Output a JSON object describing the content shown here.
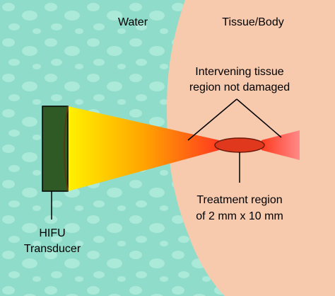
{
  "labels": {
    "water": "Water",
    "tissue": "Tissue/Body",
    "intervening_line1": "Intervening tissue",
    "intervening_line2": "region not damaged",
    "treatment_line1": "Treatment region",
    "treatment_line2": "of 2 mm x 10 mm",
    "transducer_line1": "HIFU",
    "transducer_line2": "Transducer"
  },
  "colors": {
    "water": "#8fdcca",
    "water_texture": "#b7eee0",
    "tissue": "#f7c9ad",
    "transducer": "#2f5a25",
    "beam_start": "#fff200",
    "beam_mid": "#ffa500",
    "beam_end": "#ff3b1f",
    "beam_exit": "#ff8a8a",
    "treatment_region": "#e0381c",
    "treatment_outline": "#6b1a0a",
    "stroke": "#000000"
  }
}
